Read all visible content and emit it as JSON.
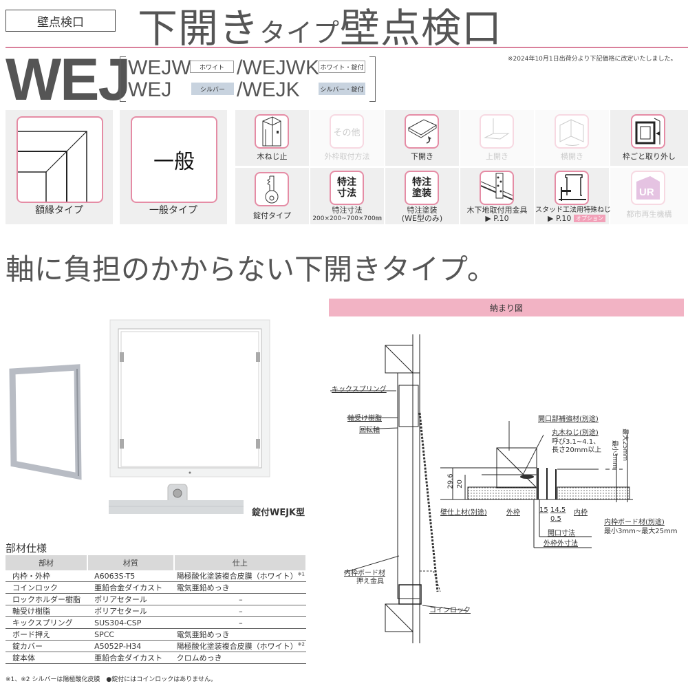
{
  "header": {
    "category_tag": "壁点検口",
    "title_main": "下開き",
    "title_small": "タイプ",
    "title_end": "壁点検口",
    "series": "WEJ",
    "notice": "※2024年10月1日出荷分より下記価格に改定いたしました。",
    "models": [
      {
        "code": "WEJW",
        "chip": "ホワイト",
        "chip_style": "white"
      },
      {
        "code": "/WEJWK",
        "chip": "ホワイト・錠付",
        "chip_style": "white"
      },
      {
        "code": "WEJ",
        "chip": "シルバー",
        "chip_style": "silver"
      },
      {
        "code": "/WEJK",
        "chip": "シルバー・錠付",
        "chip_style": "silver"
      }
    ]
  },
  "type_tiles": [
    {
      "label": "額縁タイプ",
      "icon": "frame-corner-icon"
    },
    {
      "label": "一般タイプ",
      "icon_text": "一般"
    }
  ],
  "feature_icons": {
    "row1": [
      {
        "label": "木ねじ止",
        "icon": "wood-screw-icon",
        "active": true
      },
      {
        "label": "外枠取付方法",
        "icon_text": "その他",
        "active": false
      },
      {
        "label": "下開き",
        "icon": "bottom-open-icon",
        "active": true
      },
      {
        "label": "上開き",
        "icon": "top-open-icon",
        "active": false
      },
      {
        "label": "横開き",
        "icon": "side-open-icon",
        "active": false
      },
      {
        "label": "枠ごと取り外し",
        "icon": "frame-removal-icon",
        "active": true
      }
    ],
    "row2": [
      {
        "label": "錠付タイプ",
        "icon": "key-icon",
        "active": true
      },
      {
        "label": "特注寸法",
        "sub": "200×200~700×700㎜",
        "icon_text": "特注\n寸法",
        "active": true
      },
      {
        "label": "特注塗装",
        "sub": "(WE型のみ)",
        "icon_text": "特注\n塗装",
        "active": true
      },
      {
        "label": "木下地取付用金具",
        "sub": "▶ P.10",
        "icon": "bracket-icon",
        "active": true
      },
      {
        "label": "スタッド工法用特殊ねじ",
        "sub": "▶ P.10",
        "badge": "オプション",
        "icon": "stud-screw-icon",
        "active": true
      },
      {
        "label": "都市再生機構",
        "icon_text": "UR",
        "active": false
      }
    ]
  },
  "subtitle": "軸に負担のかからない下開きタイプ。",
  "photo": {
    "caption": "錠付WEJK型"
  },
  "diagram": {
    "title": "納まり図",
    "labels": {
      "kick_spring": "キックスプリング",
      "bearing": "軸受け樹脂",
      "pivot": "回転軸",
      "board_holder_1": "内枠ボード材",
      "board_holder_2": "押え金具",
      "coin_lock": "コインロック",
      "reinforcement": "開口部補強材(別途)",
      "screw": "丸木ねじ(別途)",
      "screw_spec_1": "呼び3.1~4.1、",
      "screw_spec_2": "長さ20mm以上",
      "wall_finish": "壁仕上材(別途)",
      "outer_frame": "外枠",
      "inner_frame": "内枠",
      "inner_board": "内枠ボード材(別途)",
      "inner_board_range": "最小3mm~最大25mm",
      "opening_dim": "開口寸法",
      "outer_dim": "外枠外寸法",
      "min": "最小3mm",
      "max": "最大25mm"
    },
    "dims": {
      "d29_6": "29.6",
      "d20": "20",
      "d15": "15",
      "d14_5": "14.5",
      "d0_5": "0.5"
    }
  },
  "spec": {
    "heading": "部材仕様",
    "columns": [
      "部材",
      "材質",
      "仕上"
    ],
    "rows": [
      {
        "part": "内枠・外枠",
        "material": "A6063S-T5",
        "finish": "陽極酸化塗装複合皮膜（ホワイト）",
        "note": "※1"
      },
      {
        "part": "コインロック",
        "material": "亜鉛合金ダイカスト",
        "finish": "電気亜鉛めっき",
        "note": ""
      },
      {
        "part": "ロックホルダー樹脂",
        "material": "ポリアセタール",
        "finish": "–",
        "note": ""
      },
      {
        "part": "軸受け樹脂",
        "material": "ポリアセタール",
        "finish": "–",
        "note": ""
      },
      {
        "part": "キックスプリング",
        "material": "SUS304-CSP",
        "finish": "–",
        "note": ""
      },
      {
        "part": "ボード押え",
        "material": "SPCC",
        "finish": "電気亜鉛めっき",
        "note": ""
      },
      {
        "part": "錠カバー",
        "material": "A5052P-H34",
        "finish": "陽極酸化塗装複合皮膜（ホワイト）",
        "note": "※2"
      },
      {
        "part": "錠本体",
        "material": "亜鉛合金ダイカスト",
        "finish": "クロムめっき",
        "note": ""
      }
    ],
    "footnote": "※1、※2 シルバーは陽極酸化皮膜　●錠付にはコインロックはありません。"
  },
  "colors": {
    "accent_pink": "#e58ca5",
    "bar_pink": "#f2b3c4",
    "silver_chip": "#c8d3df",
    "text": "#555555"
  }
}
